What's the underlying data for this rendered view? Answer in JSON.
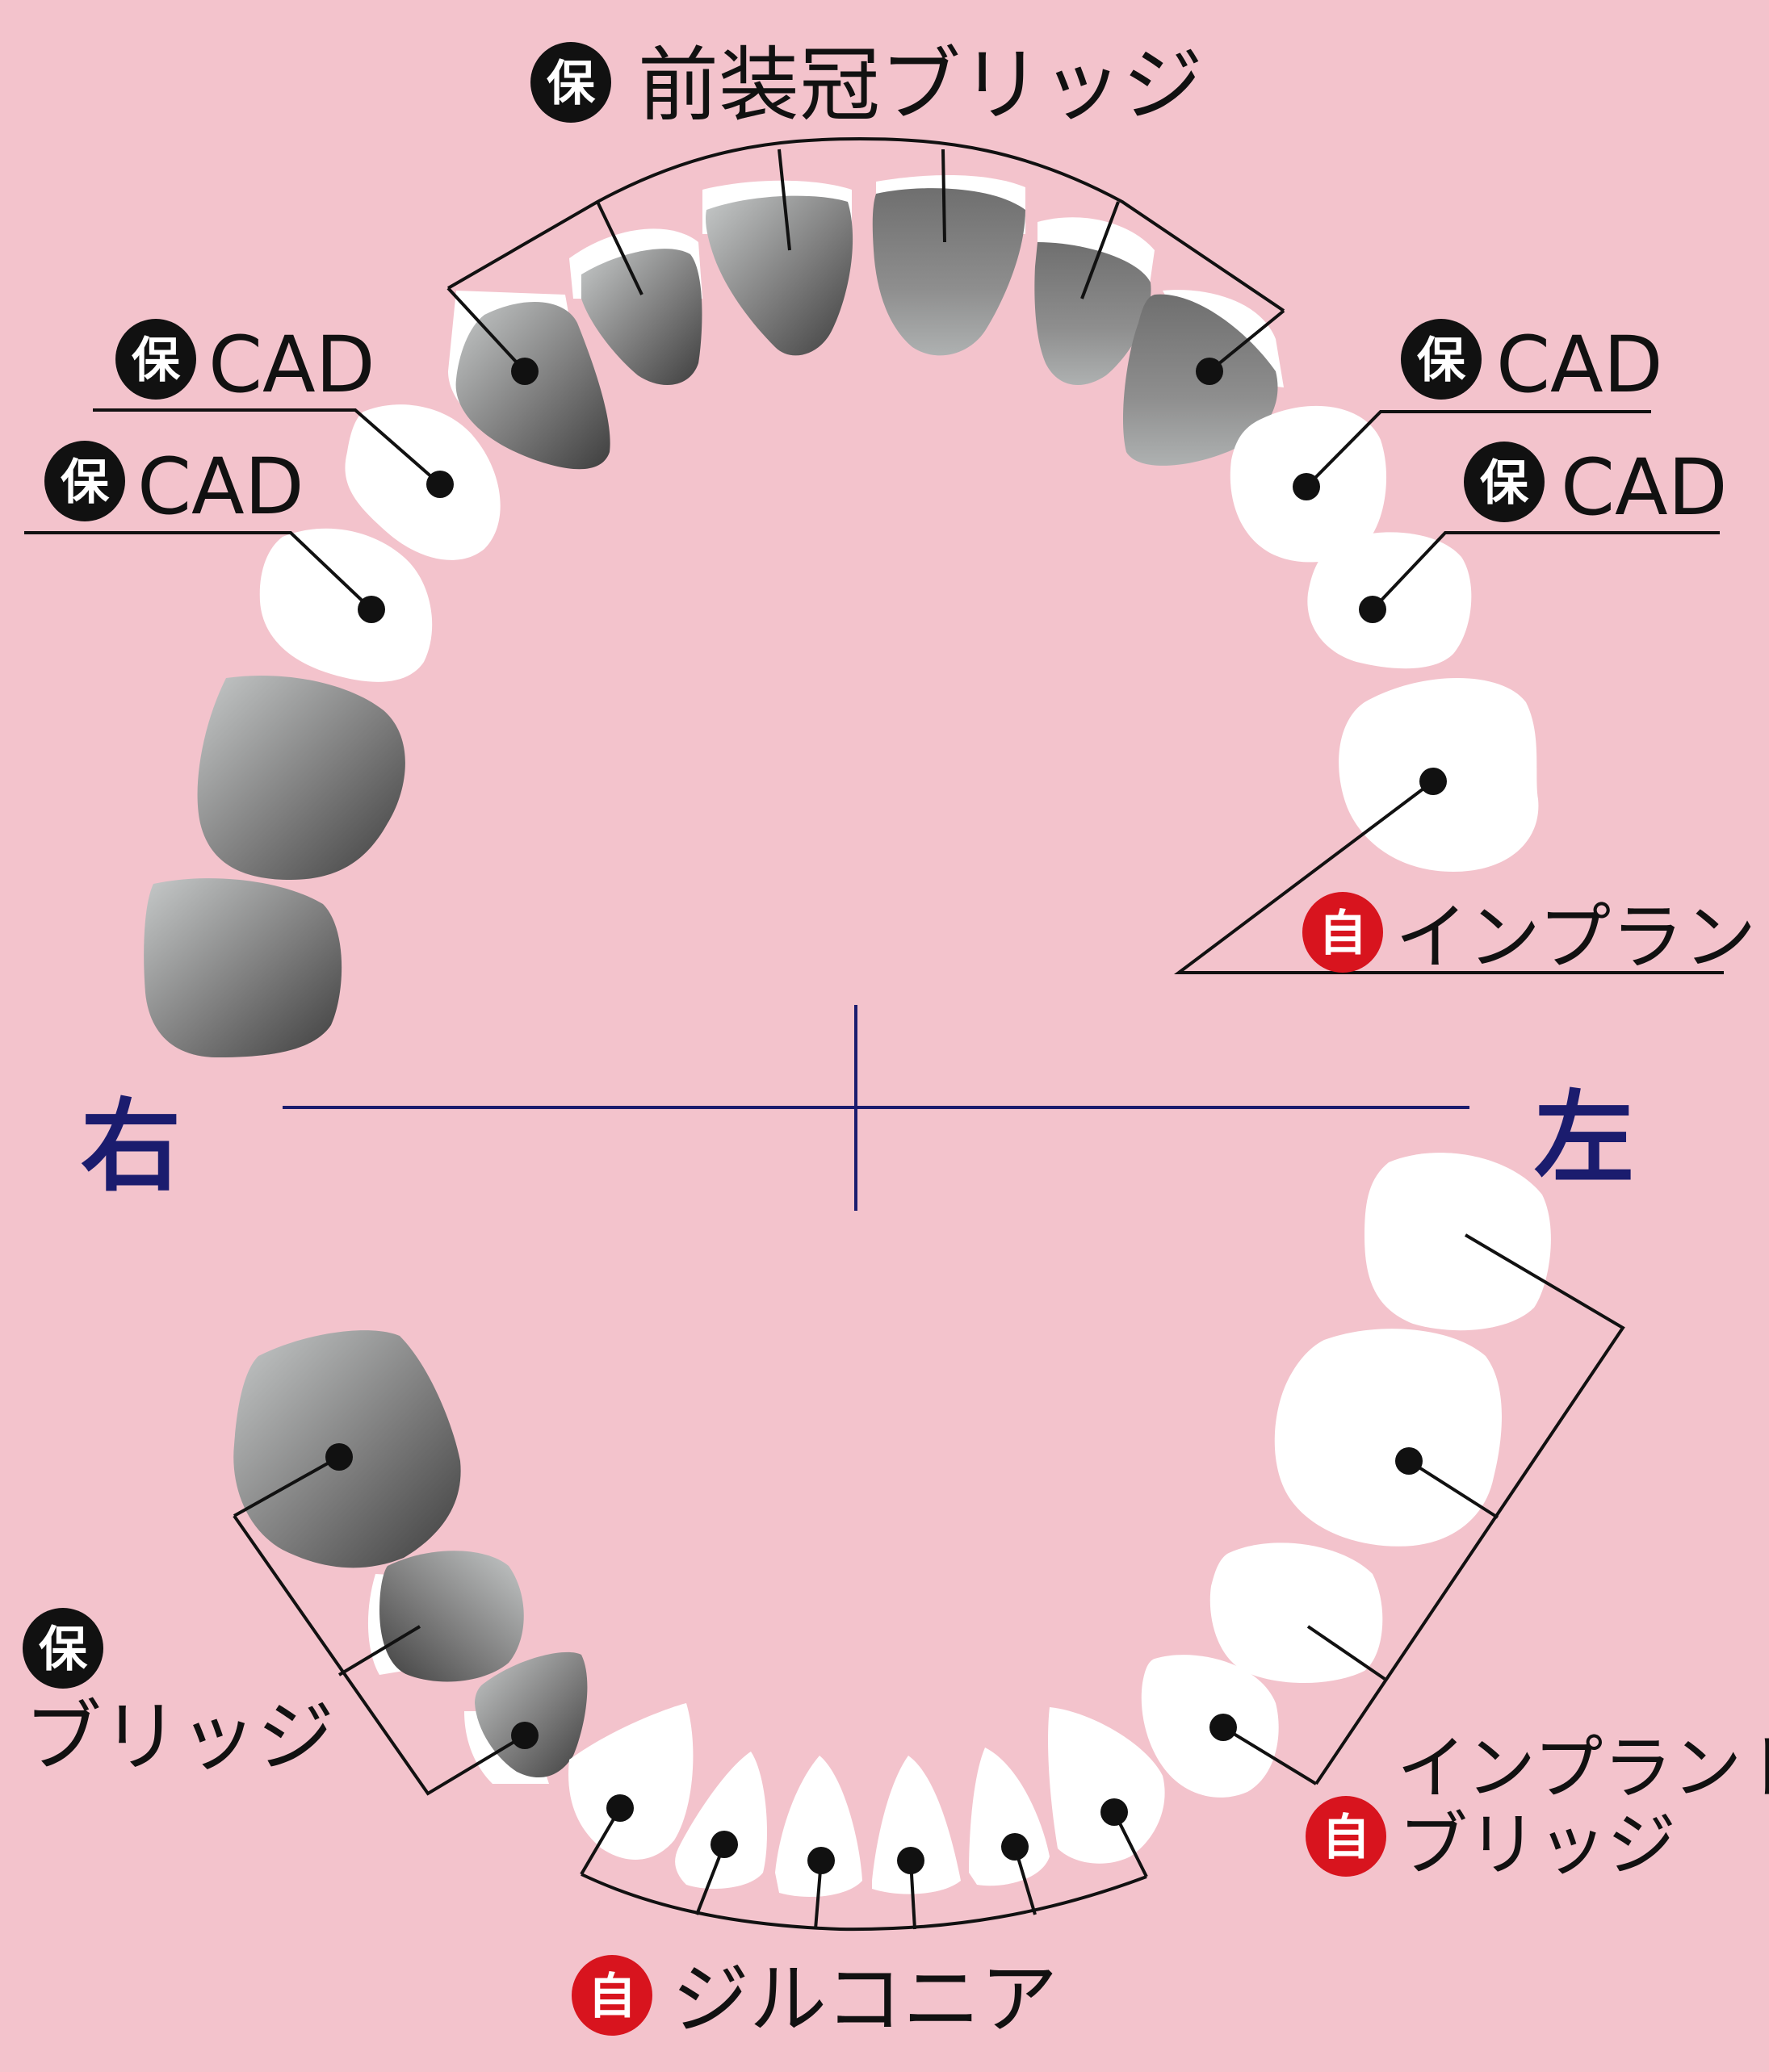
{
  "colors": {
    "background": "#f3c3cc",
    "insurance_badge": "#111111",
    "self_pay_badge": "#d8141e",
    "axis": "#1b1c6e",
    "tooth_natural": "#ffffff",
    "tooth_treated_light": "#c9cccc",
    "tooth_treated_dark": "#4a4a4a"
  },
  "badges": {
    "insurance": "保",
    "self_pay": "自"
  },
  "sides": {
    "right": "右",
    "left": "左"
  },
  "labels": {
    "upper_front_bridge": "前装冠ブリッジ",
    "cad_upper_right_1": "CAD",
    "cad_upper_right_2": "CAD",
    "cad_upper_left_1": "CAD",
    "cad_upper_left_2": "CAD",
    "implant_upper_left": "インプラント",
    "lower_right_bridge": "ブリッジ",
    "lower_left_implant_bridge_line1": "インプラント",
    "lower_left_implant_bridge_line2": "ブリッジ",
    "lower_front_zirconia": "ジルコニア"
  }
}
